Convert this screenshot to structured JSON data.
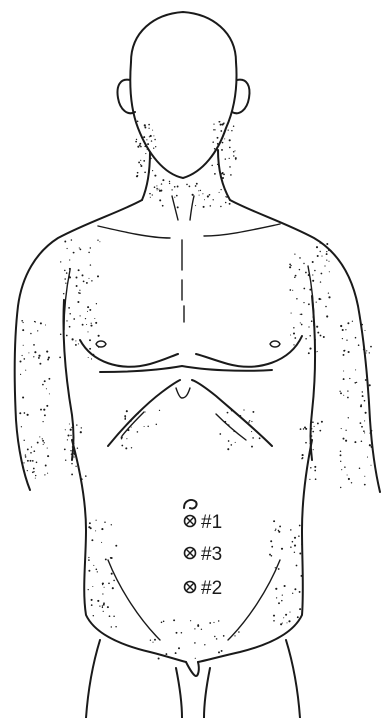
{
  "figure": {
    "markers": [
      {
        "id": "port-1",
        "label": "#1"
      },
      {
        "id": "port-3",
        "label": "#3"
      },
      {
        "id": "port-2",
        "label": "#2"
      }
    ]
  }
}
